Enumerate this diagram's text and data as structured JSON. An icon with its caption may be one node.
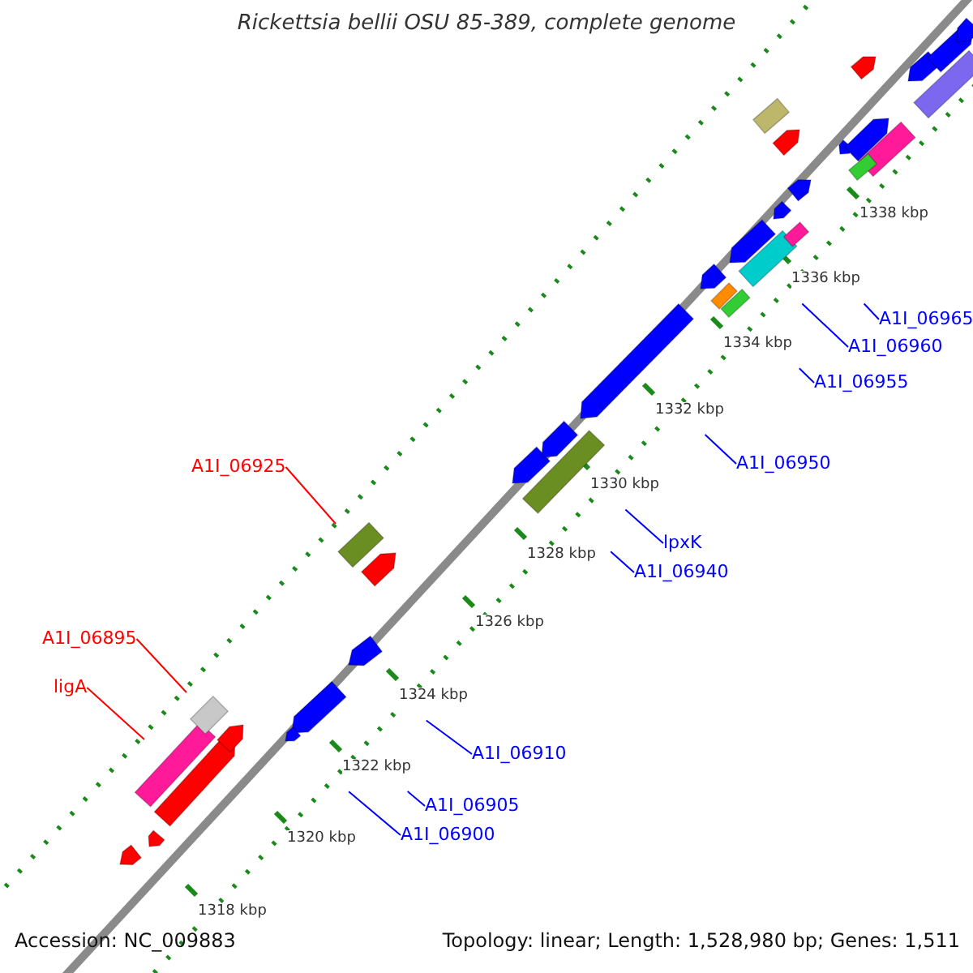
{
  "diagram": {
    "title": "Rickettsia bellii OSU 85-389, complete genome",
    "nodes": [
      {
        "text": [
          "A1I_06925"
        ]
      },
      {
        "text": [
          "A1I_06895"
        ]
      },
      {
        "text": [
          "ligA"
        ]
      },
      {
        "text": [
          "A1I_06910"
        ]
      },
      {
        "text": [
          "A1I_06905"
        ]
      },
      {
        "text": [
          "A1I_06900"
        ]
      },
      {
        "text": [
          "A1I_06940"
        ]
      },
      {
        "text": [
          "lpxK"
        ]
      },
      {
        "text": [
          "A1I_06950"
        ]
      },
      {
        "text": [
          "A1I_06955"
        ]
      },
      {
        "text": [
          "A1I_06960"
        ]
      },
      {
        "text": [
          "A1I_06965"
        ]
      }
    ],
    "edges": [
      {
        "from": 0,
        "to": null,
        "arrow": "none",
        "color": "#ff0000"
      },
      {
        "from": 1,
        "to": null,
        "arrow": "none",
        "color": "#ff0000"
      },
      {
        "from": 2,
        "to": null,
        "arrow": "none",
        "color": "#ff0000"
      },
      {
        "from": 3,
        "to": null,
        "arrow": "none"
      },
      {
        "from": 4,
        "to": null,
        "arrow": "none"
      },
      {
        "from": 5,
        "to": null,
        "arrow": "none"
      },
      {
        "from": 6,
        "to": null,
        "arrow": "none"
      },
      {
        "from": 7,
        "to": null,
        "arrow": "none"
      },
      {
        "from": 8,
        "to": null,
        "arrow": "none"
      },
      {
        "from": 9,
        "to": null,
        "arrow": "none"
      },
      {
        "from": 10,
        "to": null,
        "arrow": "none"
      },
      {
        "from": 11,
        "to": null,
        "arrow": "none"
      }
    ],
    "labels": [
      "1338 kbp",
      "1336 kbp",
      "1334 kbp",
      "1332 kbp",
      "1330 kbp",
      "1328 kbp",
      "1326 kbp",
      "1324 kbp",
      "1322 kbp",
      "1320 kbp",
      "1318 kbp",
      "Accession: NC_009883",
      "Topology: linear; Length: 1,528,980 bp; Genes: 1,511"
    ]
  }
}
